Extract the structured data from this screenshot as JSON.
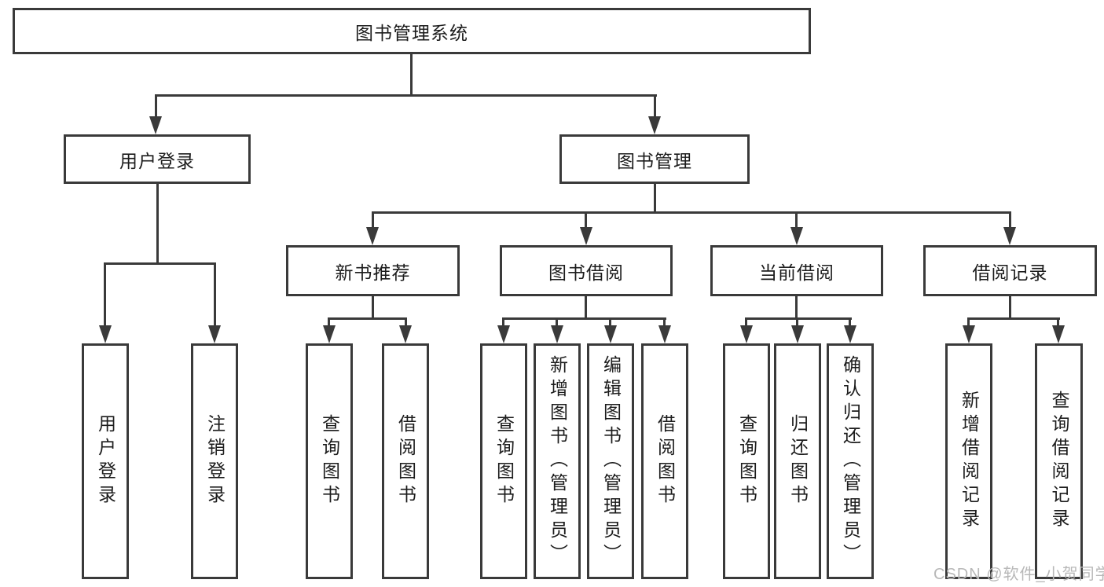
{
  "colors": {
    "line": "#3a3a3a",
    "text": "#1c1c1c",
    "watermark": "#b8b8b8",
    "background": "#ffffff"
  },
  "diagram": {
    "type": "tree",
    "root": {
      "label": "图书管理系统"
    },
    "level2": [
      {
        "label": "用户登录"
      },
      {
        "label": "图书管理"
      }
    ],
    "level3": [
      {
        "label": "新书推荐",
        "parent": "图书管理"
      },
      {
        "label": "图书借阅",
        "parent": "图书管理"
      },
      {
        "label": "当前借阅",
        "parent": "图书管理"
      },
      {
        "label": "借阅记录",
        "parent": "图书管理"
      }
    ],
    "leaves": [
      {
        "label": "用户登录",
        "parent": "用户登录"
      },
      {
        "label": "注销登录",
        "parent": "用户登录"
      },
      {
        "label": "查询图书",
        "parent": "新书推荐"
      },
      {
        "label": "借阅图书",
        "parent": "新书推荐"
      },
      {
        "label": "查询图书",
        "parent": "图书借阅"
      },
      {
        "label": "新增图书（管理员）",
        "parent": "图书借阅"
      },
      {
        "label": "编辑图书（管理员）",
        "parent": "图书借阅"
      },
      {
        "label": "借阅图书",
        "parent": "图书借阅"
      },
      {
        "label": "查询图书",
        "parent": "当前借阅"
      },
      {
        "label": "归还图书",
        "parent": "当前借阅"
      },
      {
        "label": "确认归还（管理员）",
        "parent": "当前借阅"
      },
      {
        "label": "新增借阅记录",
        "parent": "借阅记录"
      },
      {
        "label": "查询借阅记录",
        "parent": "借阅记录"
      }
    ]
  },
  "watermark": "CSDN @软件_小贺同学"
}
